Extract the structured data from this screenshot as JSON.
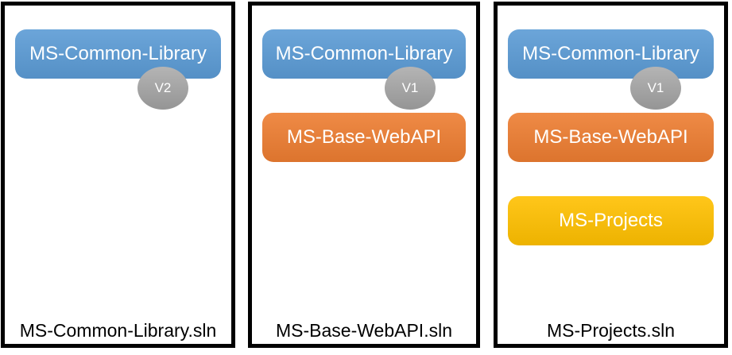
{
  "panels": [
    {
      "solution_label": "MS-Common-Library.sln",
      "badge": "V2",
      "blocks": [
        {
          "label": "MS-Common-Library",
          "color_name": "library_blue"
        }
      ]
    },
    {
      "solution_label": "MS-Base-WebAPI.sln",
      "badge": "V1",
      "blocks": [
        {
          "label": "MS-Common-Library",
          "color_name": "library_blue"
        },
        {
          "label": "MS-Base-WebAPI",
          "color_name": "webapi_orange"
        }
      ]
    },
    {
      "solution_label": "MS-Projects.sln",
      "badge": "V1",
      "blocks": [
        {
          "label": "MS-Common-Library",
          "color_name": "library_blue"
        },
        {
          "label": "MS-Base-WebAPI",
          "color_name": "webapi_orange"
        },
        {
          "label": "MS-Projects",
          "color_name": "projects_yellow"
        }
      ]
    }
  ],
  "colors": {
    "library_blue": "#5B9BD5",
    "webapi_orange": "#ED7D31",
    "projects_yellow": "#FFC000",
    "version_badge_gray": "#A6A6A6",
    "panel_border_black": "#000000"
  }
}
